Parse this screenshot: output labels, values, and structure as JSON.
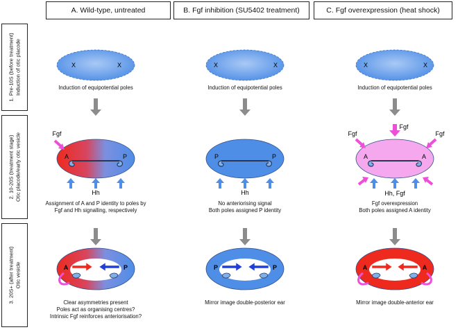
{
  "columns": [
    {
      "label": "A.  Wild-type, untreated"
    },
    {
      "label": "B.  Fgf inhibition (SU5402 treatment)"
    },
    {
      "label": "C.  Fgf overexpression (heat shock)"
    }
  ],
  "rows": [
    {
      "line1": "1. Pre-10S (before treatment)",
      "line2": "Induction of otic placode"
    },
    {
      "line1": "2. 10-20S (treatment stage)",
      "line2": "Otic placode/early otic vesicle"
    },
    {
      "line1": "3. 20S+ (after treatment)",
      "line2": "Otic vesicle"
    }
  ],
  "stage1": {
    "pole_marker": "X",
    "caption": "Induction of equipotential poles"
  },
  "stage2": {
    "A": {
      "signal_top": "Fgf",
      "signal_bottom": "Hh",
      "left_pole": "A",
      "right_pole": "P",
      "caption": [
        "Assignment of A and P identity to poles by",
        "Fgf and Hh signalling, respectively"
      ]
    },
    "B": {
      "signal_bottom": "Hh",
      "left_pole": "P",
      "right_pole": "P",
      "caption": [
        "No anteriorising signal",
        "Both poles assigned P identity"
      ]
    },
    "C": {
      "signal_top": "Fgf",
      "signal_left": "Fgf",
      "signal_right": "Fgf",
      "signal_bottom": "Hh, Fgf",
      "left_pole": "A",
      "right_pole": "A",
      "caption": [
        "Fgf overexpression",
        "Both poles assigned A identity"
      ]
    }
  },
  "stage3": {
    "A": {
      "left_pole": "A",
      "right_pole": "P",
      "caption": [
        "Clear asymmetries present",
        "Poles act as organising centres?",
        "Intrinsic Fgf reinforces anteriorisation?"
      ]
    },
    "B": {
      "left_pole": "P",
      "right_pole": "P",
      "caption": [
        "Mirror image double-posterior ear"
      ]
    },
    "C": {
      "left_pole": "A",
      "right_pole": "A",
      "caption": [
        "Mirror image double-anterior ear"
      ]
    }
  },
  "colors": {
    "blue": "#4f8ee6",
    "blue_light": "#a9c9f5",
    "red": "#ee2a1f",
    "pink": "#f5a8ee",
    "magenta": "#ee4fd8",
    "gray_arrow": "#8c8c8c",
    "navy_arrow": "#1f3fd6",
    "signal_blue": "#4f8ee6"
  }
}
